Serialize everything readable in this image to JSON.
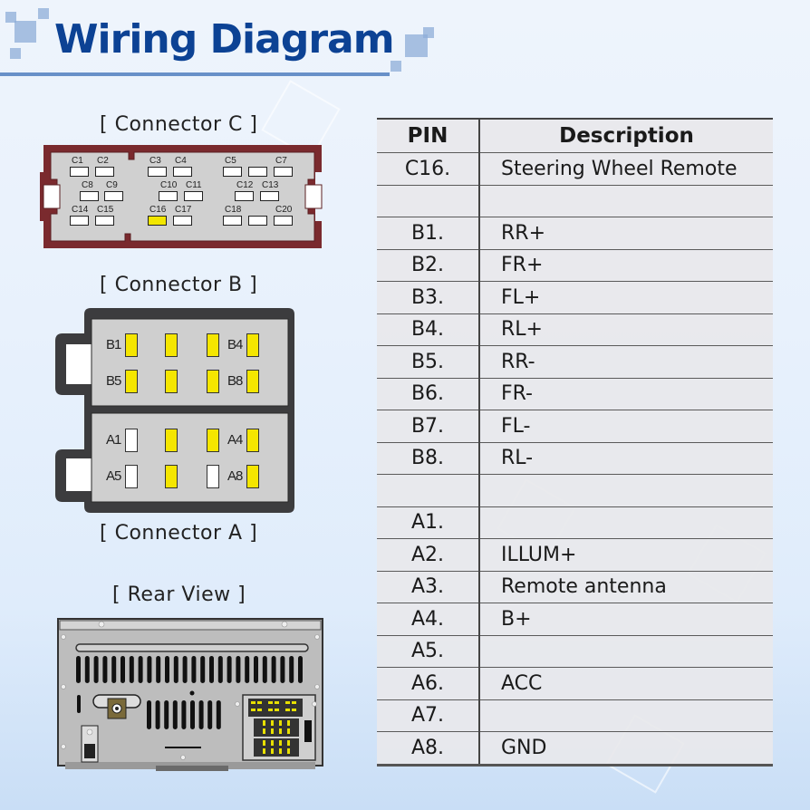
{
  "title": "Wiring Diagram",
  "captions": {
    "connector_c": "[ Connector C ]",
    "connector_b": "[ Connector B ]",
    "connector_a": "[ Connector A ]",
    "rear_view": "[ Rear View ]"
  },
  "colors": {
    "title": "#0c4294",
    "connector_c_housing": "#7a2a2e",
    "connector_ba_housing": "#3c3c3e",
    "pin_active": "#f5e600",
    "pin_inactive": "#ffffff",
    "connector_body": "#cfcfcf"
  },
  "connector_c": {
    "rows": [
      [
        {
          "label": "C1",
          "active": false
        },
        {
          "label": "C2",
          "active": false
        },
        {
          "label": "C3",
          "active": false
        },
        {
          "label": "C4",
          "active": false
        },
        {
          "label": "C5",
          "active": false
        },
        {
          "label": "",
          "active": false
        },
        {
          "label": "C7",
          "active": false
        }
      ],
      [
        {
          "label": "C8",
          "active": false
        },
        {
          "label": "C9",
          "active": false
        },
        {
          "label": "C10",
          "active": false
        },
        {
          "label": "C11",
          "active": false
        },
        {
          "label": "C12",
          "active": false
        },
        {
          "label": "C13",
          "active": false
        }
      ],
      [
        {
          "label": "C14",
          "active": false
        },
        {
          "label": "C15",
          "active": false
        },
        {
          "label": "C16",
          "active": true
        },
        {
          "label": "C17",
          "active": false
        },
        {
          "label": "C18",
          "active": false
        },
        {
          "label": "",
          "active": false
        },
        {
          "label": "C20",
          "active": false
        }
      ]
    ]
  },
  "connector_b": {
    "rows": [
      [
        {
          "label": "B1",
          "active": true
        },
        {
          "label": "",
          "active": true
        },
        {
          "label": "",
          "active": true
        },
        {
          "label": "B4",
          "active": true
        }
      ],
      [
        {
          "label": "B5",
          "active": true
        },
        {
          "label": "",
          "active": true
        },
        {
          "label": "",
          "active": true
        },
        {
          "label": "B8",
          "active": true
        }
      ]
    ]
  },
  "connector_a": {
    "rows": [
      [
        {
          "label": "A1",
          "active": false
        },
        {
          "label": "",
          "active": true
        },
        {
          "label": "",
          "active": true
        },
        {
          "label": "A4",
          "active": true
        }
      ],
      [
        {
          "label": "A5",
          "active": false
        },
        {
          "label": "",
          "active": true
        },
        {
          "label": "",
          "active": false
        },
        {
          "label": "A8",
          "active": true
        }
      ]
    ]
  },
  "table": {
    "headers": {
      "pin": "PIN",
      "description": "Description"
    },
    "rows": [
      {
        "pin": "C16.",
        "description": "Steering Wheel Remote"
      },
      {
        "pin": "",
        "description": ""
      },
      {
        "pin": "B1.",
        "description": "RR+"
      },
      {
        "pin": "B2.",
        "description": "FR+"
      },
      {
        "pin": "B3.",
        "description": "FL+"
      },
      {
        "pin": "B4.",
        "description": "RL+"
      },
      {
        "pin": "B5.",
        "description": "RR-"
      },
      {
        "pin": "B6.",
        "description": "FR-"
      },
      {
        "pin": "B7.",
        "description": "FL-"
      },
      {
        "pin": "B8.",
        "description": "RL-"
      },
      {
        "pin": "",
        "description": ""
      },
      {
        "pin": "A1.",
        "description": ""
      },
      {
        "pin": "A2.",
        "description": "ILLUM+"
      },
      {
        "pin": "A3.",
        "description": "Remote antenna"
      },
      {
        "pin": "A4.",
        "description": "B+"
      },
      {
        "pin": "A5.",
        "description": ""
      },
      {
        "pin": "A6.",
        "description": "ACC"
      },
      {
        "pin": "A7.",
        "description": ""
      },
      {
        "pin": "A8.",
        "description": "GND"
      }
    ]
  }
}
